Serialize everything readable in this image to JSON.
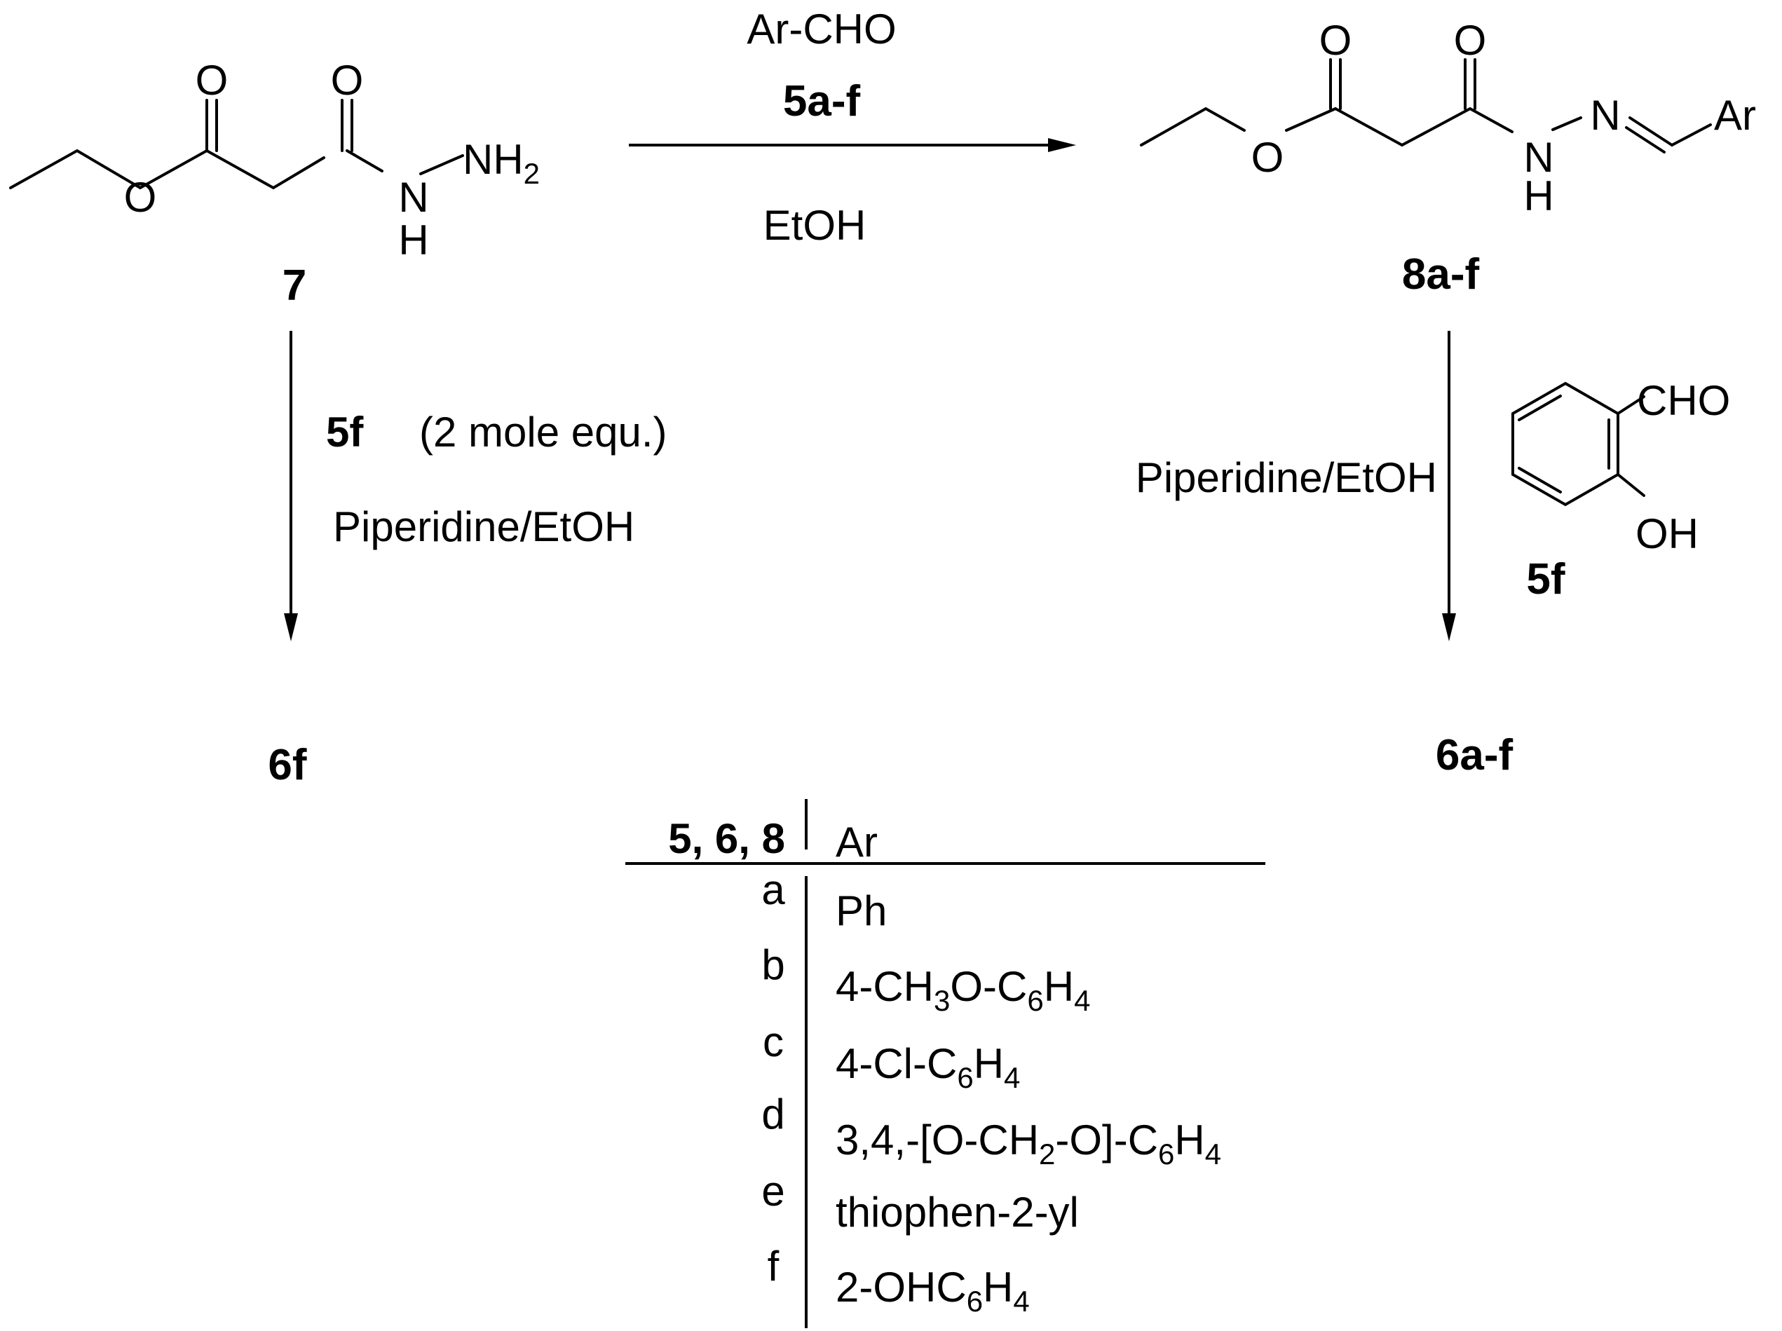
{
  "compound7": {
    "label": "7",
    "atoms": {
      "o_carbonyl_1": "O",
      "o_carbonyl_2": "O",
      "o_ester": "O",
      "nh": "N",
      "h": "H",
      "nh2": "NH",
      "nh2_sub": "2"
    }
  },
  "compound8": {
    "label": "8a-f",
    "atoms": {
      "o_carbonyl_1": "O",
      "o_carbonyl_2": "O",
      "o_ester": "O",
      "nh": "N",
      "h": "H",
      "n_imine": "N",
      "ar": "Ar"
    }
  },
  "salicylaldehyde": {
    "label": "5f",
    "cho": "CHO",
    "oh": "OH"
  },
  "step1": {
    "reagent": "Ar-CHO",
    "reagent_label": "5a-f",
    "solvent": "EtOH"
  },
  "step_left": {
    "reagent_label": "5f",
    "equiv": "(2  mole equ.)",
    "conditions": "Piperidine/EtOH",
    "product": "6f"
  },
  "step_right": {
    "conditions": "Piperidine/EtOH",
    "product": "6a-f"
  },
  "table": {
    "header_compounds": "5, 6, 8",
    "header_ar": "Ar",
    "rows": [
      {
        "letter": "a",
        "ar": [
          "Ph",
          "",
          "",
          "",
          "",
          ""
        ]
      },
      {
        "letter": "b",
        "ar": [
          "4-CH",
          "3",
          "O-C",
          "6",
          "H",
          "4"
        ]
      },
      {
        "letter": "c",
        "ar": [
          "4-Cl-C",
          "6",
          "H",
          "4",
          "",
          ""
        ]
      },
      {
        "letter": "d",
        "ar": [
          "3,4,-[O-CH",
          "2",
          "-O]-C",
          "6",
          "H",
          "4"
        ]
      },
      {
        "letter": "e",
        "ar": [
          "thiophen-2-yl",
          "",
          "",
          "",
          "",
          ""
        ]
      },
      {
        "letter": "f",
        "ar": [
          "2-OHC",
          "6",
          "H",
          "4",
          "",
          ""
        ]
      }
    ]
  }
}
